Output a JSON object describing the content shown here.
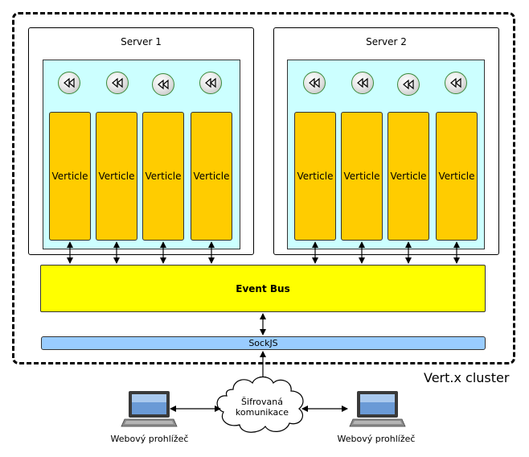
{
  "cluster_label": "Vert.x cluster",
  "servers": [
    {
      "title": "Server 1",
      "verticles": [
        "Verticle",
        "Verticle",
        "Verticle",
        "Verticle"
      ]
    },
    {
      "title": "Server 2",
      "verticles": [
        "Verticle",
        "Verticle",
        "Verticle",
        "Verticle"
      ]
    }
  ],
  "event_bus": "Event Bus",
  "sockjs": "SockJS",
  "cloud_text": [
    "Šifrovaná",
    "komunikace"
  ],
  "browsers": [
    "Webový prohlížeč",
    "Webový prohlížeč"
  ],
  "icons": {
    "verticle_handler": "rewind-icon",
    "browser": "laptop-icon",
    "network": "cloud-icon"
  },
  "colors": {
    "inner_bg": "#ccffff",
    "verticle": "#ffcc00",
    "event_bus": "#ffff00",
    "sockjs": "#99ccff"
  }
}
